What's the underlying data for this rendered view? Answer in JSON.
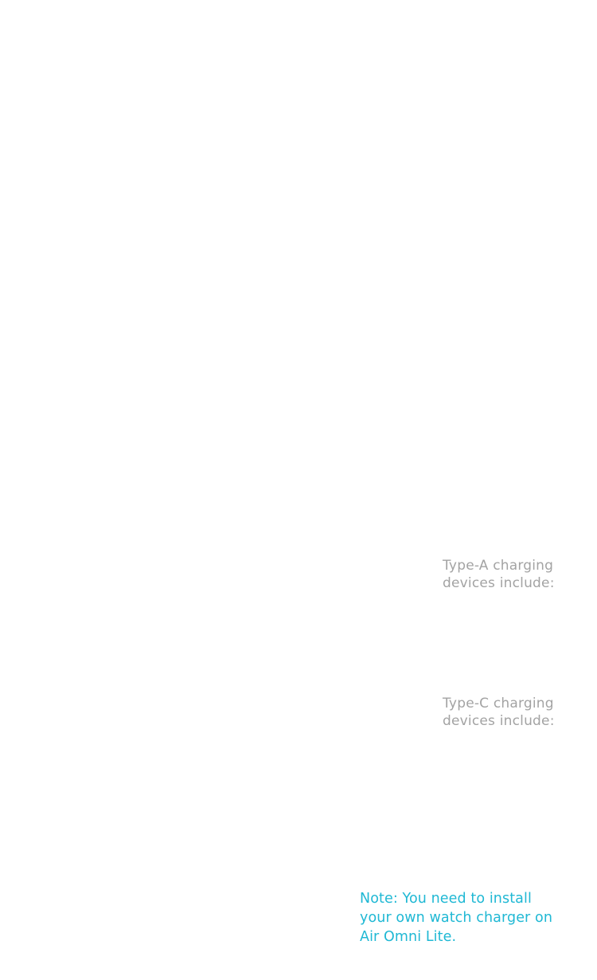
{
  "sections": {
    "type_a": {
      "line1": "Type-A charging",
      "line2": "devices include:"
    },
    "type_c": {
      "line1": "Type-C charging",
      "line2": "devices include:"
    }
  },
  "note": {
    "line1": "Note: You need to install",
    "line2": "your own watch charger on",
    "line3": "Air Omni Lite."
  },
  "colors": {
    "label_text": "#a3a3a3",
    "note_text": "#1fb8d4",
    "background": "#ffffff"
  }
}
